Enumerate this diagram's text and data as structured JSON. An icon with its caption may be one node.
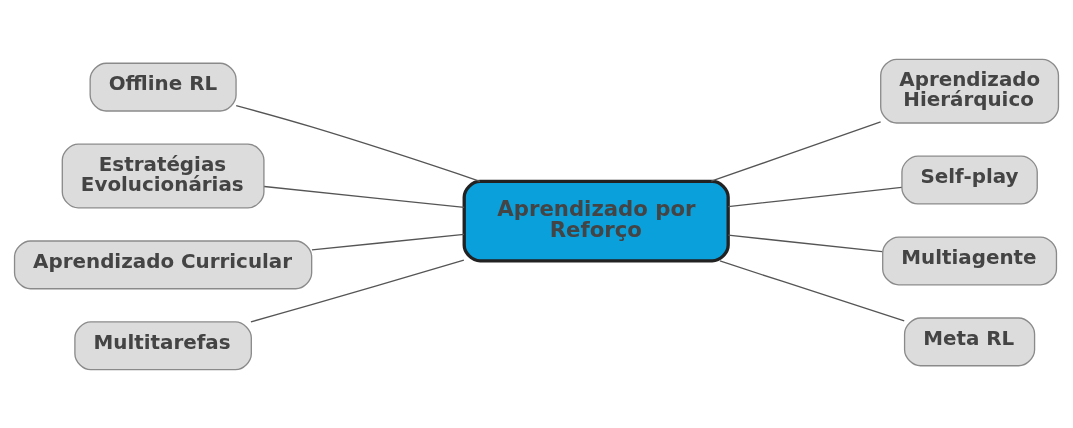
{
  "diagram": {
    "nodes": [
      {
        "text": [
          "Offline RL"
        ]
      },
      {
        "text": [
          "Aprendizado Hierárquico"
        ]
      },
      {
        "text": [
          "Estratégias Evolucionárias"
        ]
      },
      {
        "text": [
          "Aprendizado por Reforço"
        ]
      },
      {
        "text": [
          "Self-play"
        ]
      },
      {
        "text": [
          "Aprendizado Curricular"
        ]
      },
      {
        "text": [
          "Multiagente"
        ]
      },
      {
        "text": [
          "Multitarefas"
        ]
      },
      {
        "text": [
          "Meta RL"
        ]
      }
    ],
    "edges": [
      {
        "from": 0,
        "to": 3,
        "arrow": "none"
      },
      {
        "from": 3,
        "to": 1,
        "arrow": "none"
      },
      {
        "from": 2,
        "to": 3,
        "arrow": "none"
      },
      {
        "from": 3,
        "to": 4,
        "arrow": "none"
      },
      {
        "from": 5,
        "to": 3,
        "arrow": "none"
      },
      {
        "from": 3,
        "to": 6,
        "arrow": "none"
      },
      {
        "from": 7,
        "to": 3,
        "arrow": "none"
      },
      {
        "from": 3,
        "to": 8,
        "arrow": "none"
      }
    ]
  }
}
